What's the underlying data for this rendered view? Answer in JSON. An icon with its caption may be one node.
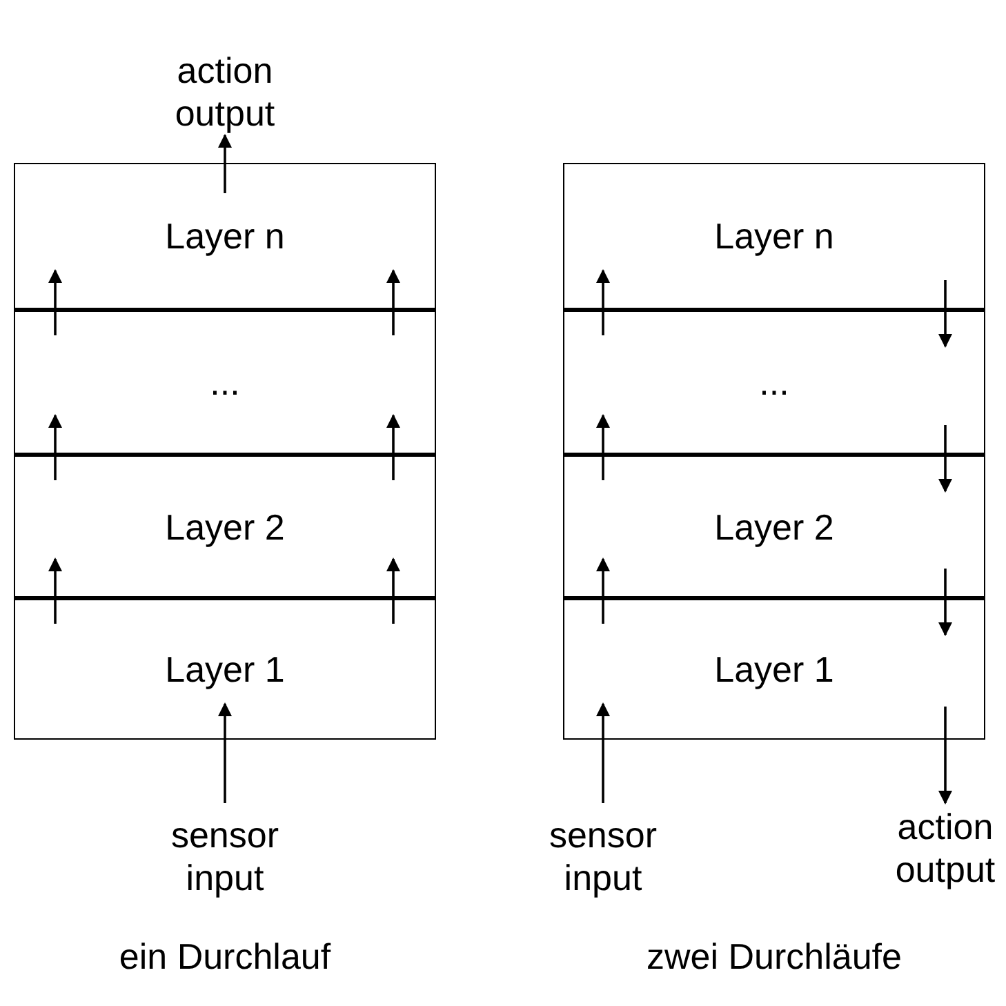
{
  "diagram": {
    "nodes": [
      {
        "text": [
          "action output"
        ]
      },
      {
        "text": [
          "Layer n"
        ]
      },
      {
        "text": [
          "..."
        ]
      },
      {
        "text": [
          "Layer 2"
        ]
      },
      {
        "text": [
          "Layer 1"
        ]
      },
      {
        "text": [
          "sensor input"
        ]
      },
      {
        "text": [
          "Layer n"
        ]
      },
      {
        "text": [
          "..."
        ]
      },
      {
        "text": [
          "Layer 2"
        ]
      },
      {
        "text": [
          "Layer 1"
        ]
      },
      {
        "text": [
          "sensor input"
        ]
      },
      {
        "text": [
          "action output"
        ]
      }
    ],
    "edges": [
      {
        "from": 1,
        "to": 0,
        "arrow": "to"
      },
      {
        "from": 4,
        "to": 3,
        "arrow": "to"
      },
      {
        "from": 4,
        "to": 3,
        "arrow": "to"
      },
      {
        "from": 3,
        "to": 2,
        "arrow": "to"
      },
      {
        "from": 3,
        "to": 2,
        "arrow": "to"
      },
      {
        "from": 2,
        "to": 1,
        "arrow": "to"
      },
      {
        "from": 2,
        "to": 1,
        "arrow": "to"
      },
      {
        "from": 5,
        "to": 4,
        "arrow": "to"
      },
      {
        "from": 10,
        "to": 9,
        "arrow": "to"
      },
      {
        "from": 9,
        "to": 8,
        "arrow": "to"
      },
      {
        "from": 8,
        "to": 7,
        "arrow": "to"
      },
      {
        "from": 7,
        "to": 6,
        "arrow": "to"
      },
      {
        "from": 6,
        "to": 7,
        "arrow": "to"
      },
      {
        "from": 7,
        "to": 8,
        "arrow": "to"
      },
      {
        "from": 8,
        "to": 9,
        "arrow": "to"
      },
      {
        "from": 9,
        "to": 11,
        "arrow": "to"
      }
    ],
    "labels": [
      "ein Durchlauf",
      "zwei Durchläufe"
    ]
  }
}
